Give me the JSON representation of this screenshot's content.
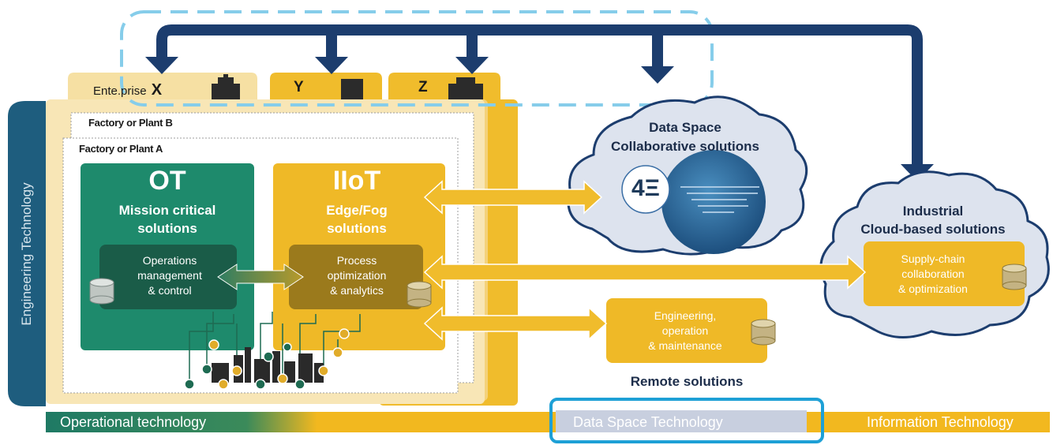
{
  "side_label": "Engineering Technology",
  "enterprises": {
    "x_prefix": "Ente.prise",
    "x_letter": "X",
    "y_letter": "Y",
    "z_letter": "Z"
  },
  "factory_b": "Factory or Plant B",
  "factory_a": "Factory or Plant A",
  "ot": {
    "title": "OT",
    "subtitle_1": "Mission critical",
    "subtitle_2": "solutions",
    "inner_1": "Operations",
    "inner_2": "management",
    "inner_3": "& control"
  },
  "iiot": {
    "title": "IIoT",
    "subtitle_1": "Edge/Fog",
    "subtitle_2": "solutions",
    "inner_1": "Process",
    "inner_2": "optimization",
    "inner_3": "& analytics"
  },
  "data_space": {
    "title_1": "Data Space",
    "title_2": "Collaborative solutions",
    "logo_text": "4Ξ"
  },
  "industrial": {
    "title_1": "Industrial",
    "title_2": "Cloud-based solutions",
    "inner_1": "Supply-chain",
    "inner_2": "collaboration",
    "inner_3": "& optimization"
  },
  "remote": {
    "inner_1": "Engineering,",
    "inner_2": "operation",
    "inner_3": "& maintenance",
    "caption": "Remote solutions"
  },
  "bottom_bar": {
    "operational": "Operational technology",
    "data_space": "Data Space Technology",
    "information": "Information Technology"
  },
  "colors": {
    "navy": "#1c3d6e",
    "ot_green": "#1e8a6c",
    "iiot_yellow": "#efb927",
    "light_blue_dash": "#86cdea",
    "highlight_blue": "#1ea0d6"
  }
}
